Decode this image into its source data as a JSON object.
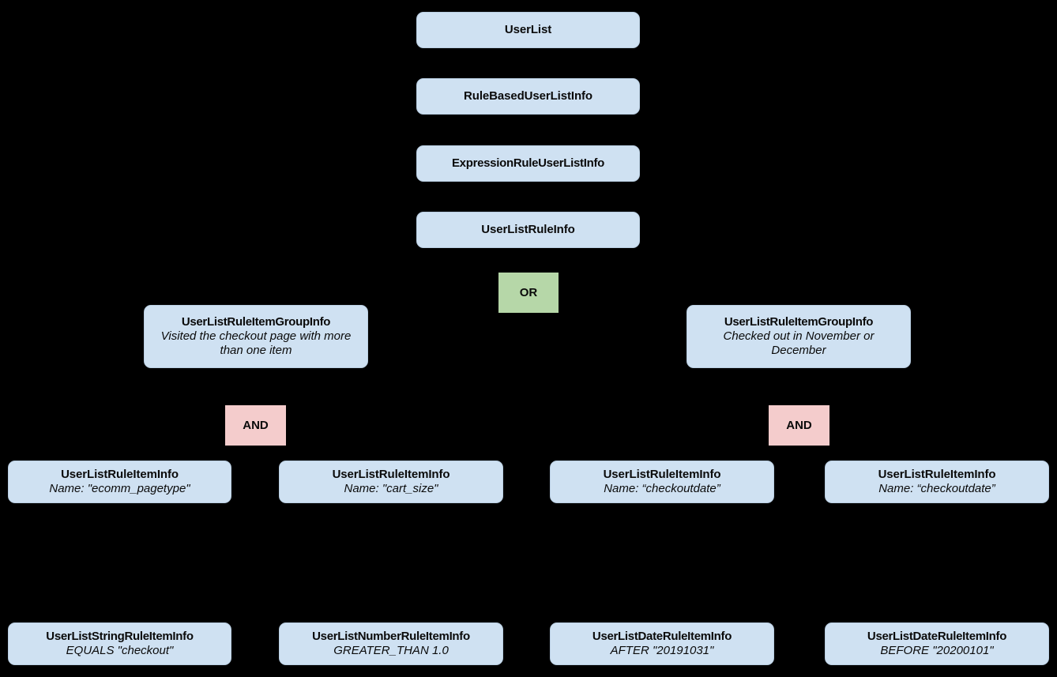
{
  "diagram": {
    "name": "UserList rule hierarchy",
    "background_color": "#000000",
    "node_fill_color": "#cfe1f2",
    "or_fill_color": "#b6d7a8",
    "and_fill_color": "#f4cccc",
    "text_color": "#0a0a0a",
    "edge_color": "#000000"
  },
  "nodes": {
    "user_list": {
      "title": "UserList",
      "subtitle": ""
    },
    "rule_based_user_list_info": {
      "title": "RuleBasedUserListInfo",
      "subtitle": ""
    },
    "expression_rule_user_list_info": {
      "title": "ExpressionRuleUserListInfo",
      "subtitle": ""
    },
    "user_list_rule_info": {
      "title": "UserListRuleInfo",
      "subtitle": ""
    },
    "or_operator": {
      "label": "OR"
    },
    "and_operator_left": {
      "label": "AND"
    },
    "and_operator_right": {
      "label": "AND"
    },
    "group_left": {
      "title": "UserListRuleItemGroupInfo",
      "subtitle": "Visited the checkout page with more than one item"
    },
    "group_right": {
      "title": "UserListRuleItemGroupInfo",
      "subtitle": "Checked out in November or December"
    },
    "item_pagetype": {
      "title": "UserListRuleItemInfo",
      "subtitle": "Name: \"ecomm_pagetype\""
    },
    "item_cart_size": {
      "title": "UserListRuleItemInfo",
      "subtitle": "Name: \"cart_size\""
    },
    "item_checkoutdate_after": {
      "title": "UserListRuleItemInfo",
      "subtitle": "Name: “checkoutdate”"
    },
    "item_checkoutdate_before": {
      "title": "UserListRuleItemInfo",
      "subtitle": "Name: “checkoutdate”"
    },
    "leaf_string_rule": {
      "title": "UserListStringRuleItemInfo",
      "subtitle": "EQUALS \"checkout\""
    },
    "leaf_number_rule": {
      "title": "UserListNumberRuleItemInfo",
      "subtitle": "GREATER_THAN 1.0"
    },
    "leaf_date_rule_after": {
      "title": "UserListDateRuleItemInfo",
      "subtitle": "AFTER \"20191031\""
    },
    "leaf_date_rule_before": {
      "title": "UserListDateRuleItemInfo",
      "subtitle": "BEFORE \"20200101\""
    }
  }
}
